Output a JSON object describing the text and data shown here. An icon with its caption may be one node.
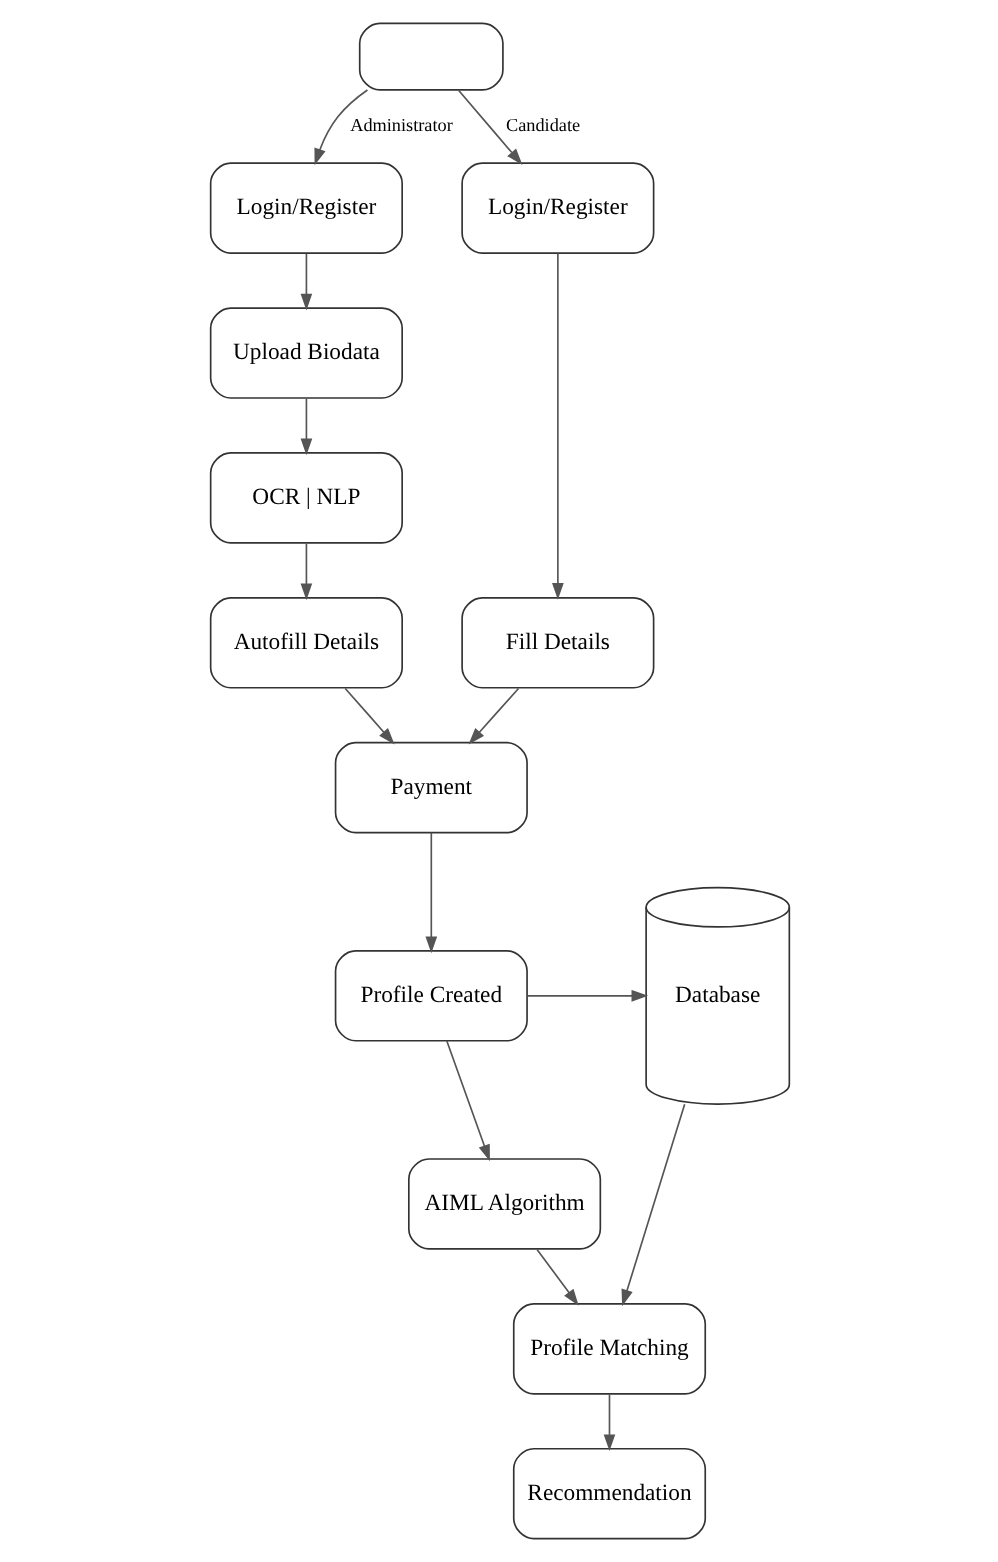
{
  "diagram": {
    "nodes": [
      {
        "text": [],
        "shape": "stadium"
      },
      {
        "text": [
          "Login/Register"
        ]
      },
      {
        "text": [
          "Upload Biodata"
        ]
      },
      {
        "text": [
          "OCR | NLP"
        ]
      },
      {
        "text": [
          "Autofill Details"
        ]
      },
      {
        "text": [
          "Login/Register"
        ]
      },
      {
        "text": [
          "Fill Details"
        ]
      },
      {
        "text": [
          "Payment"
        ]
      },
      {
        "text": [
          "Profile Created"
        ]
      },
      {
        "text": [
          "Database"
        ]
      },
      {
        "text": [
          "AIML Algorithm"
        ]
      },
      {
        "text": [
          "Profile Matching"
        ]
      },
      {
        "text": [
          "Recommendation"
        ]
      }
    ],
    "edges": [
      {
        "from": 0,
        "to": 1,
        "arrow": "to",
        "label": "Administrator"
      },
      {
        "from": 0,
        "to": 5,
        "arrow": "to",
        "label": "Candidate"
      },
      {
        "from": 1,
        "to": 2,
        "arrow": "to"
      },
      {
        "from": 2,
        "to": 3,
        "arrow": "to"
      },
      {
        "from": 3,
        "to": 4,
        "arrow": "to"
      },
      {
        "from": 5,
        "to": 6,
        "arrow": "to"
      },
      {
        "from": 4,
        "to": 7,
        "arrow": "to"
      },
      {
        "from": 6,
        "to": 7,
        "arrow": "to"
      },
      {
        "from": 7,
        "to": 8,
        "arrow": "to"
      },
      {
        "from": 8,
        "to": 9,
        "arrow": "to"
      },
      {
        "from": 8,
        "to": 10,
        "arrow": "to"
      },
      {
        "from": 10,
        "to": 11,
        "arrow": "to"
      },
      {
        "from": 9,
        "to": 11,
        "arrow": "to"
      },
      {
        "from": 11,
        "to": 12,
        "arrow": "to"
      }
    ]
  }
}
